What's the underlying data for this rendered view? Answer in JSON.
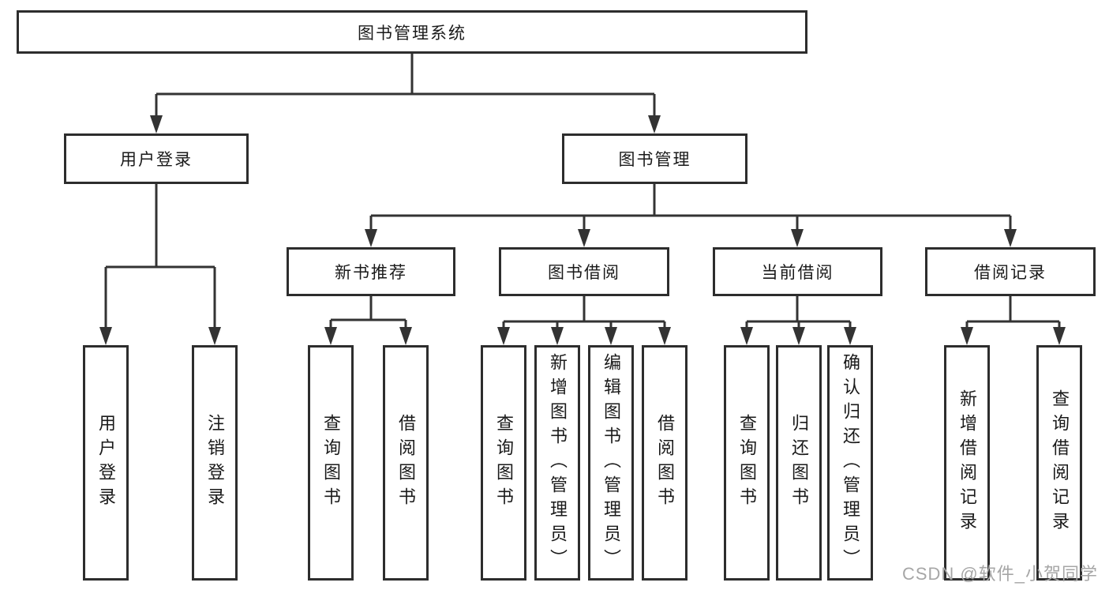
{
  "colors": {
    "line": "#333333",
    "box_border": "#2d2d2d",
    "text": "#1a1a1a",
    "watermark": "#a6a6a6",
    "background": "#ffffff"
  },
  "watermark": {
    "text": "CSDN @软件_小贺同学"
  },
  "tree": {
    "label": "图书管理系统",
    "children": [
      {
        "label": "用户登录",
        "children": [
          {
            "label": "用户登录"
          },
          {
            "label": "注销登录"
          }
        ]
      },
      {
        "label": "图书管理",
        "children": [
          {
            "label": "新书推荐",
            "children": [
              {
                "label": "查询图书"
              },
              {
                "label": "借阅图书"
              }
            ]
          },
          {
            "label": "图书借阅",
            "children": [
              {
                "label": "查询图书"
              },
              {
                "label": "新增图书（管理员）"
              },
              {
                "label": "编辑图书（管理员）"
              },
              {
                "label": "借阅图书"
              }
            ]
          },
          {
            "label": "当前借阅",
            "children": [
              {
                "label": "查询图书"
              },
              {
                "label": "归还图书"
              },
              {
                "label": "确认归还（管理员）"
              }
            ]
          },
          {
            "label": "借阅记录",
            "children": [
              {
                "label": "新增借阅记录"
              },
              {
                "label": "查询借阅记录"
              }
            ]
          }
        ]
      }
    ]
  }
}
